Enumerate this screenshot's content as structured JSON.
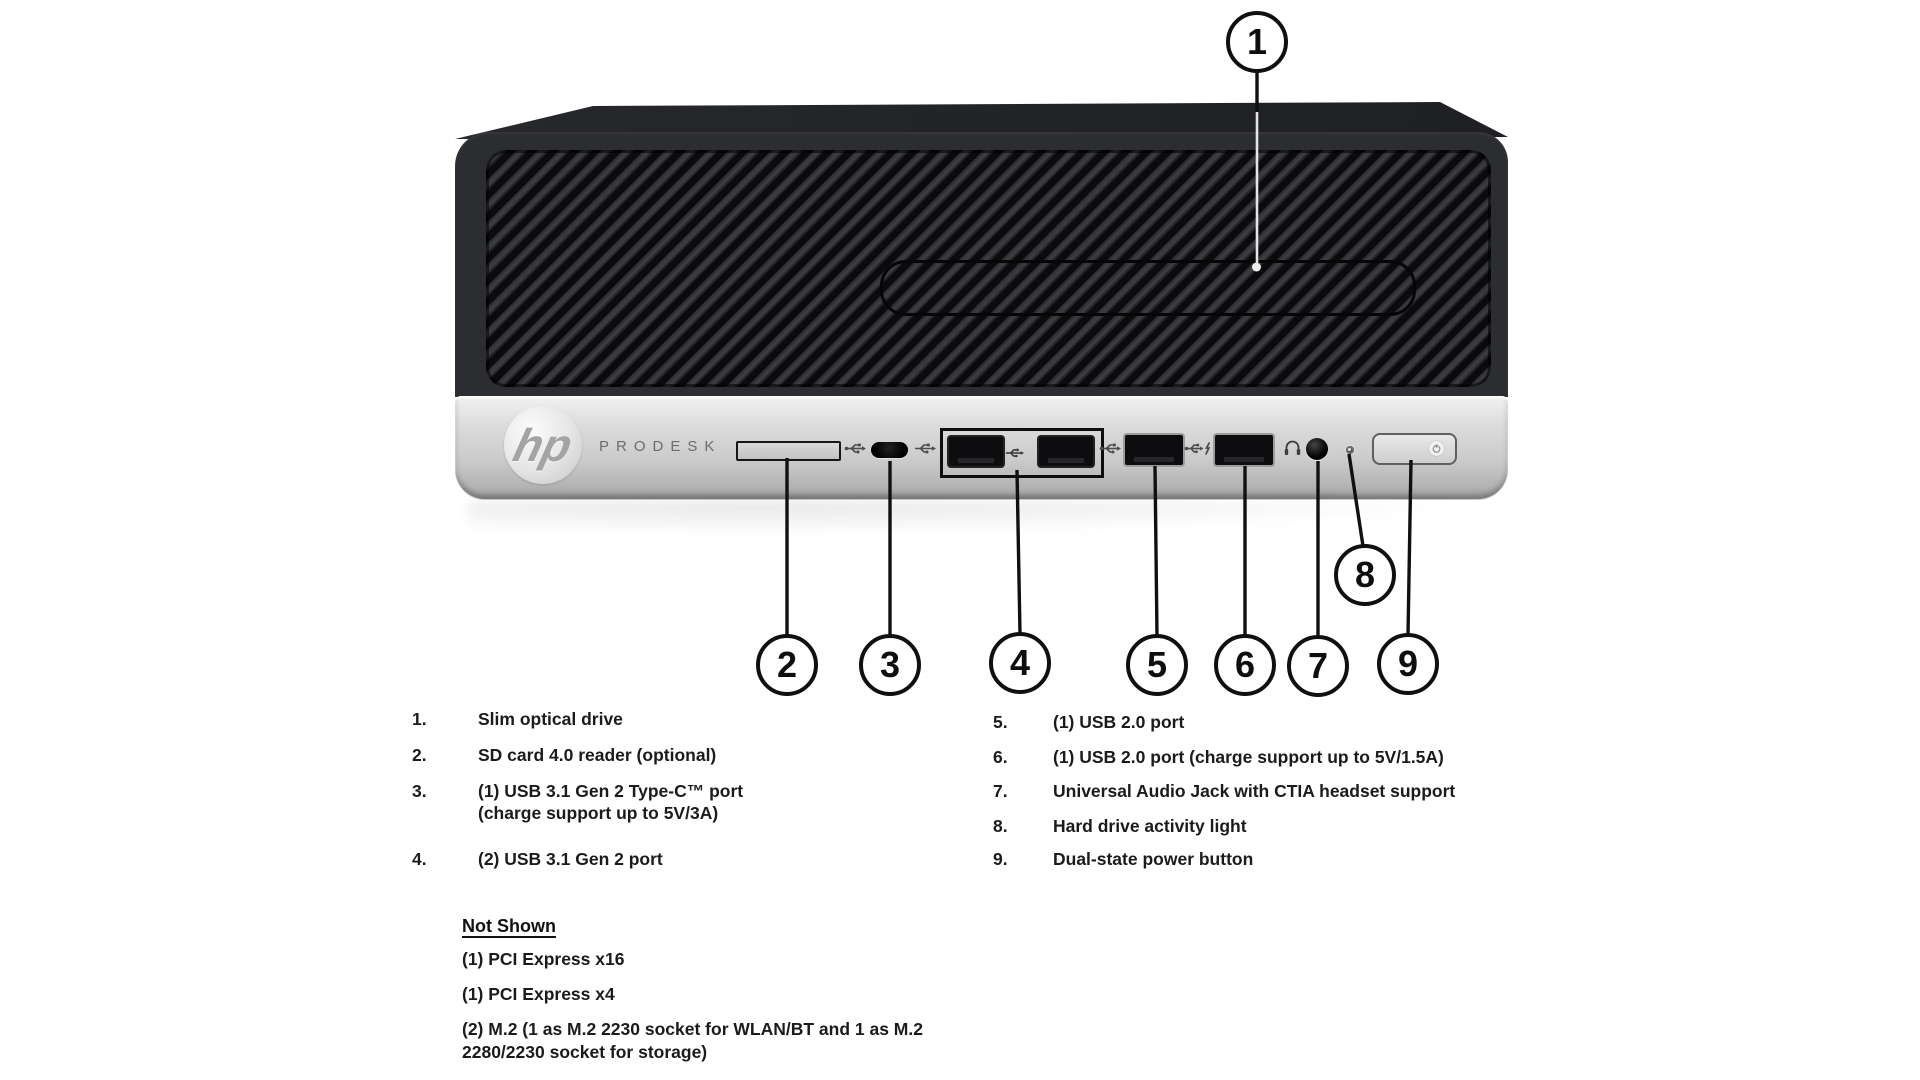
{
  "device": {
    "brand": "hp",
    "model": "PRODESK",
    "callout_numbers": [
      "1",
      "2",
      "3",
      "4",
      "5",
      "6",
      "7",
      "8",
      "9"
    ]
  },
  "legend": {
    "left": [
      {
        "num": "1.",
        "text": "Slim optical drive"
      },
      {
        "num": "2.",
        "text": "SD card 4.0 reader (optional)"
      },
      {
        "num": "3.",
        "text": "(1) USB 3.1 Gen 2 Type-C™ port",
        "text2": "(charge support up to 5V/3A)"
      },
      {
        "num": "4.",
        "text": "(2) USB 3.1 Gen 2 port"
      }
    ],
    "right": [
      {
        "num": "5.",
        "text": "(1) USB 2.0 port"
      },
      {
        "num": "6.",
        "text": "(1) USB 2.0 port (charge support up to 5V/1.5A)"
      },
      {
        "num": "7.",
        "text": "Universal Audio Jack with CTIA headset support"
      },
      {
        "num": "8.",
        "text": "Hard drive activity light"
      },
      {
        "num": "9.",
        "text": "Dual-state power button"
      }
    ]
  },
  "not_shown": {
    "title": "Not Shown",
    "items": [
      "(1) PCI Express x16",
      "(1) PCI Express x4",
      "(2) M.2 (1 as M.2 2230 socket for WLAN/BT and 1 as M.2 2280/2230 socket for storage)"
    ]
  },
  "colors": {
    "case_black": "#2c2d30",
    "panel_silver": "#d2d2d2",
    "text": "#1b1b1b",
    "callout_stroke": "#101010"
  }
}
